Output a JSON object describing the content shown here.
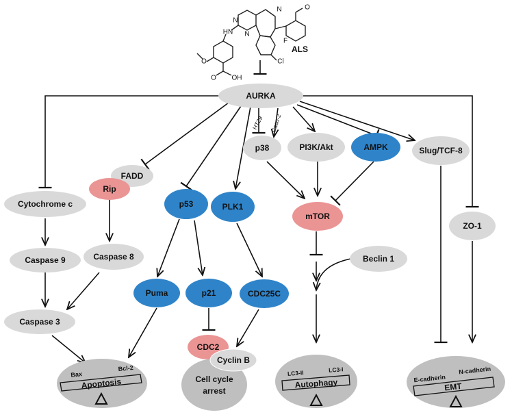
{
  "drug": {
    "name": "ALS",
    "atoms": {
      "N1": "N",
      "N2": "N",
      "N3": "N",
      "HN": "HN",
      "O1": "O",
      "O2": "O",
      "OH": "OH",
      "F": "F",
      "Cl": "Cl",
      "O3": "O"
    }
  },
  "nodes": {
    "aurka": "AURKA",
    "cytochrome_c": "Cytochrome c",
    "caspase9": "Caspase 9",
    "caspase3": "Caspase 3",
    "fadd": "FADD",
    "rip": "Rip",
    "caspase8": "Caspase 8",
    "p53": "p53",
    "plk1": "PLK1",
    "puma": "Puma",
    "p21": "p21",
    "cdc25c": "CDC25C",
    "cdc2": "CDC2",
    "cyclin_b": "Cyclin B",
    "p38": "p38",
    "pi3k_akt": "PI3K/Akt",
    "ampk": "AMPK",
    "mtor": "mTOR",
    "beclin1": "Beclin 1",
    "slug": "Slug/TCF-8",
    "zo1": "ZO-1"
  },
  "edge_labels": {
    "ht29": "HT29",
    "caco2": "Caco-2"
  },
  "outcomes": {
    "apoptosis": {
      "title": "Apoptosis",
      "left": "Bax",
      "right": "Bcl-2"
    },
    "cell_cycle": {
      "line1": "Cell cycle",
      "line2": "arrest"
    },
    "autophagy": {
      "title": "Autophagy",
      "left": "LC3-II",
      "right": "LC3-I"
    },
    "emt": {
      "title": "EMT",
      "left": "E-cadherin",
      "right": "N-cadherin"
    }
  },
  "colors": {
    "grey": "#d9d9d9",
    "blue": "#2f84c9",
    "pink": "#eb9494",
    "outcome": "#bfbfbf"
  }
}
